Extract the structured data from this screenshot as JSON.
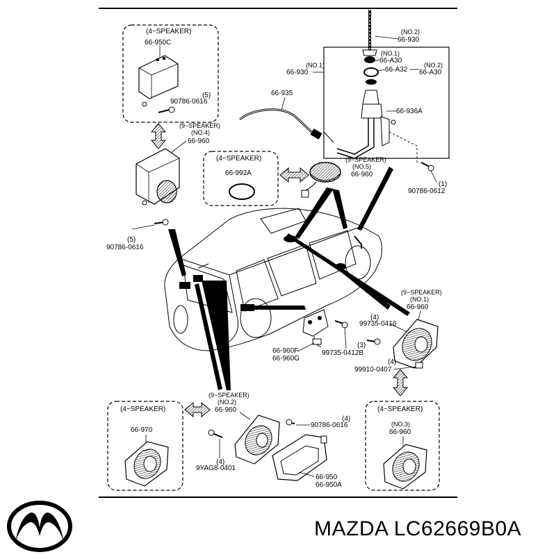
{
  "brand": {
    "name": "MAZDA",
    "part_number": "LC62669B0A"
  },
  "callouts": {
    "tl_box_title": "(4−SPEAKER)",
    "tl_part": "66-950C",
    "tl_screw_qty": "(5)",
    "tl_screw": "90786-0616",
    "left_9spk": "(9−SPEAKER)",
    "left_no4": "(NO.4)",
    "left_part": "66-960",
    "left_screw_qty": "(5)",
    "left_screw": "90786-0616",
    "mid_box_title": "(4−SPEAKER)",
    "mid_box_part": "66-992A",
    "mid_9spk": "(9−SPEAKER)",
    "mid_no5": "(NO.5)",
    "mid_part": "66-960",
    "ant_no2": "(NO.2)",
    "ant_mast": "66-930",
    "ant_no1_left": "(NO.1)",
    "ant_930": "66-930",
    "ant_cable": "66-935",
    "ant_no1_right": "(NO.1)",
    "ant_a30": "66-A30",
    "ant_a32": "66-A32",
    "ant_no2_right": "(NO.2)",
    "ant_a30_right": "66-A30",
    "ant_936a": "66-936A",
    "ant_screw_qty": "(1)",
    "ant_screw": "90786-0612",
    "r_9spk": "(9−SPEAKER)",
    "r_no1": "(NO.1)",
    "r_part": "66-960",
    "r_s1_qty": "(4)",
    "r_s1": "99735-0416",
    "r_s2_qty": "(3)",
    "r_s2": "99735-0412B",
    "r_s3_qty": "(4)",
    "r_s3": "99910-0407",
    "c_960f": "66-960F",
    "c_960g": "66-960G",
    "bc_9spk": "(9−SPEAKER)",
    "bc_no2": "(NO.2)",
    "bc_part": "66-960",
    "bc_s1_qty": "(4)",
    "bc_s1": "90786-0616",
    "bc_s2_qty": "(4)",
    "bc_s2": "9YAG8-0401",
    "bc_950": "66-950",
    "bc_950a": "66-950A",
    "bl_box_title": "(4−SPEAKER)",
    "bl_part": "66-970",
    "br_box_title": "(4−SPEAKER)",
    "br_no3": "(NO.3)",
    "br_part": "66-960"
  },
  "icons": [
    "mazda-logo-icon",
    "double-arrow-icon",
    "speaker-icon",
    "screw-icon",
    "antenna-icon",
    "car-outline-icon"
  ]
}
